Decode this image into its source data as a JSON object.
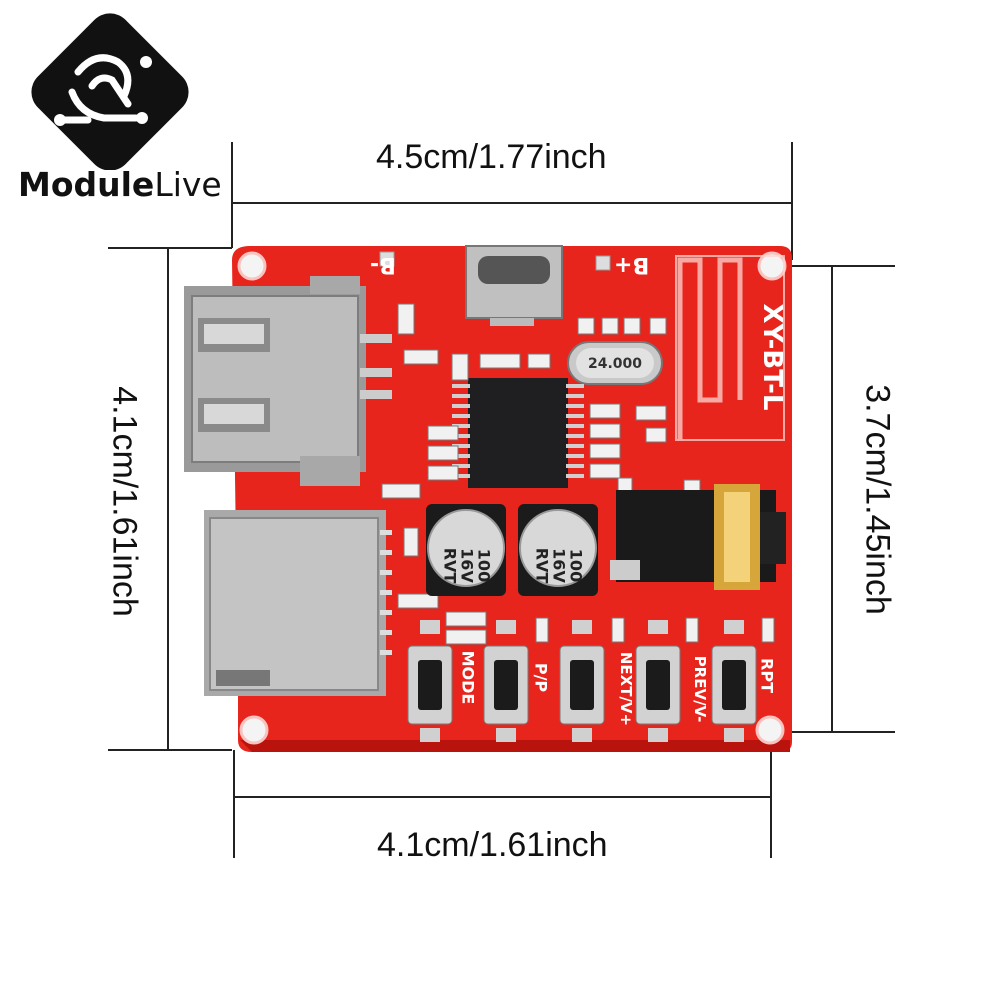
{
  "brand": {
    "name_bold": "Module",
    "name_light": "Live"
  },
  "dimensions": {
    "top_width": "4.5cm/1.77inch",
    "bottom_width": "4.1cm/1.61inch",
    "left_height": "4.1cm/1.61inch",
    "right_height": "3.7cm/1.45inch"
  },
  "board": {
    "model": "XY-BT-L",
    "crystal": "24.000",
    "terminals": {
      "negative": "B-",
      "positive": "B+"
    },
    "capacitor": {
      "line1": "100",
      "line2": "16V",
      "line3": "RVT"
    },
    "buttons": [
      "MODE",
      "P/P",
      "NEXT/V+",
      "PREV/V-",
      "RPT"
    ]
  },
  "colors": {
    "pcb": "#e8251c",
    "pcb_dark": "#b9130d",
    "metal": "#b8b8b8",
    "chip": "#1f1f22"
  }
}
